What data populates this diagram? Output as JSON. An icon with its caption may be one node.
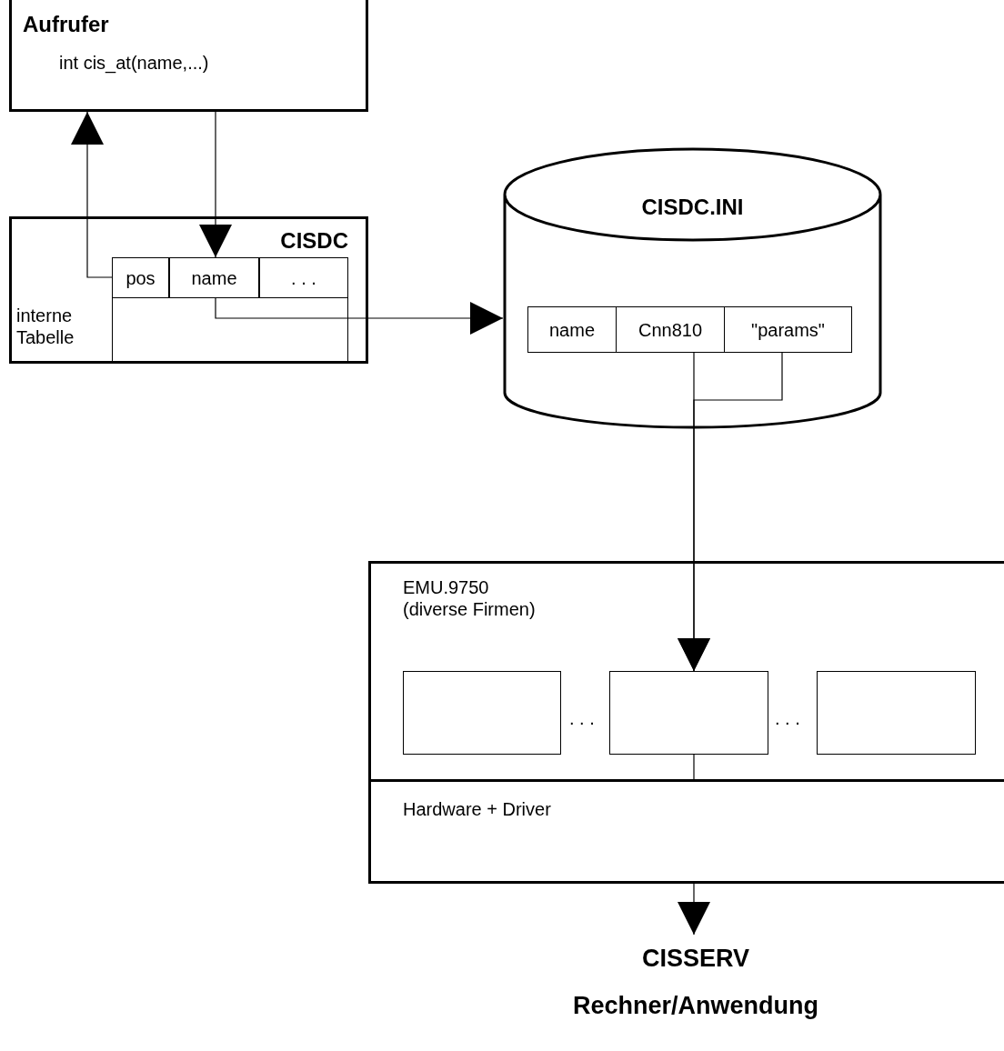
{
  "diagram": {
    "nodes": [
      {
        "text": [
          "Aufrufer",
          "int cis_at(name,...)"
        ]
      },
      {
        "text": [
          "CISDC",
          "interne Tabelle"
        ]
      },
      {
        "text": [
          "pos"
        ],
        "in": 1
      },
      {
        "text": [
          "name"
        ],
        "in": 1
      },
      {
        "text": [
          ". . ."
        ],
        "in": 1
      },
      {
        "text": [
          "CISDC.INI"
        ]
      },
      {
        "text": [
          "name"
        ],
        "in": 5
      },
      {
        "text": [
          "Cnn810"
        ],
        "in": 5
      },
      {
        "text": [
          "\"params\""
        ],
        "in": 5
      },
      {
        "text": [
          "EMU.9750 (diverse Firmen)"
        ]
      },
      {
        "text": [],
        "shape": "box",
        "in": 9
      },
      {
        "text": [],
        "shape": "box",
        "in": 9
      },
      {
        "text": [],
        "shape": "box",
        "in": 9
      },
      {
        "text": [
          "Hardware + Driver"
        ]
      },
      {
        "text": [
          "CISSERV Rechner/Anwendung"
        ]
      }
    ],
    "edges": [
      {
        "from": 0,
        "to": 3,
        "arrow": "to"
      },
      {
        "from": 2,
        "to": 0,
        "arrow": "to"
      },
      {
        "from": 3,
        "to": 5,
        "arrow": "to"
      },
      {
        "from": 7,
        "to": 11,
        "arrow": "to"
      },
      {
        "from": 8,
        "to": 11,
        "arrow": "to"
      },
      {
        "from": 11,
        "to": 13,
        "arrow": "none"
      },
      {
        "from": 13,
        "to": 14,
        "arrow": "to"
      }
    ],
    "labels": [
      ". . .",
      ". . ."
    ]
  }
}
